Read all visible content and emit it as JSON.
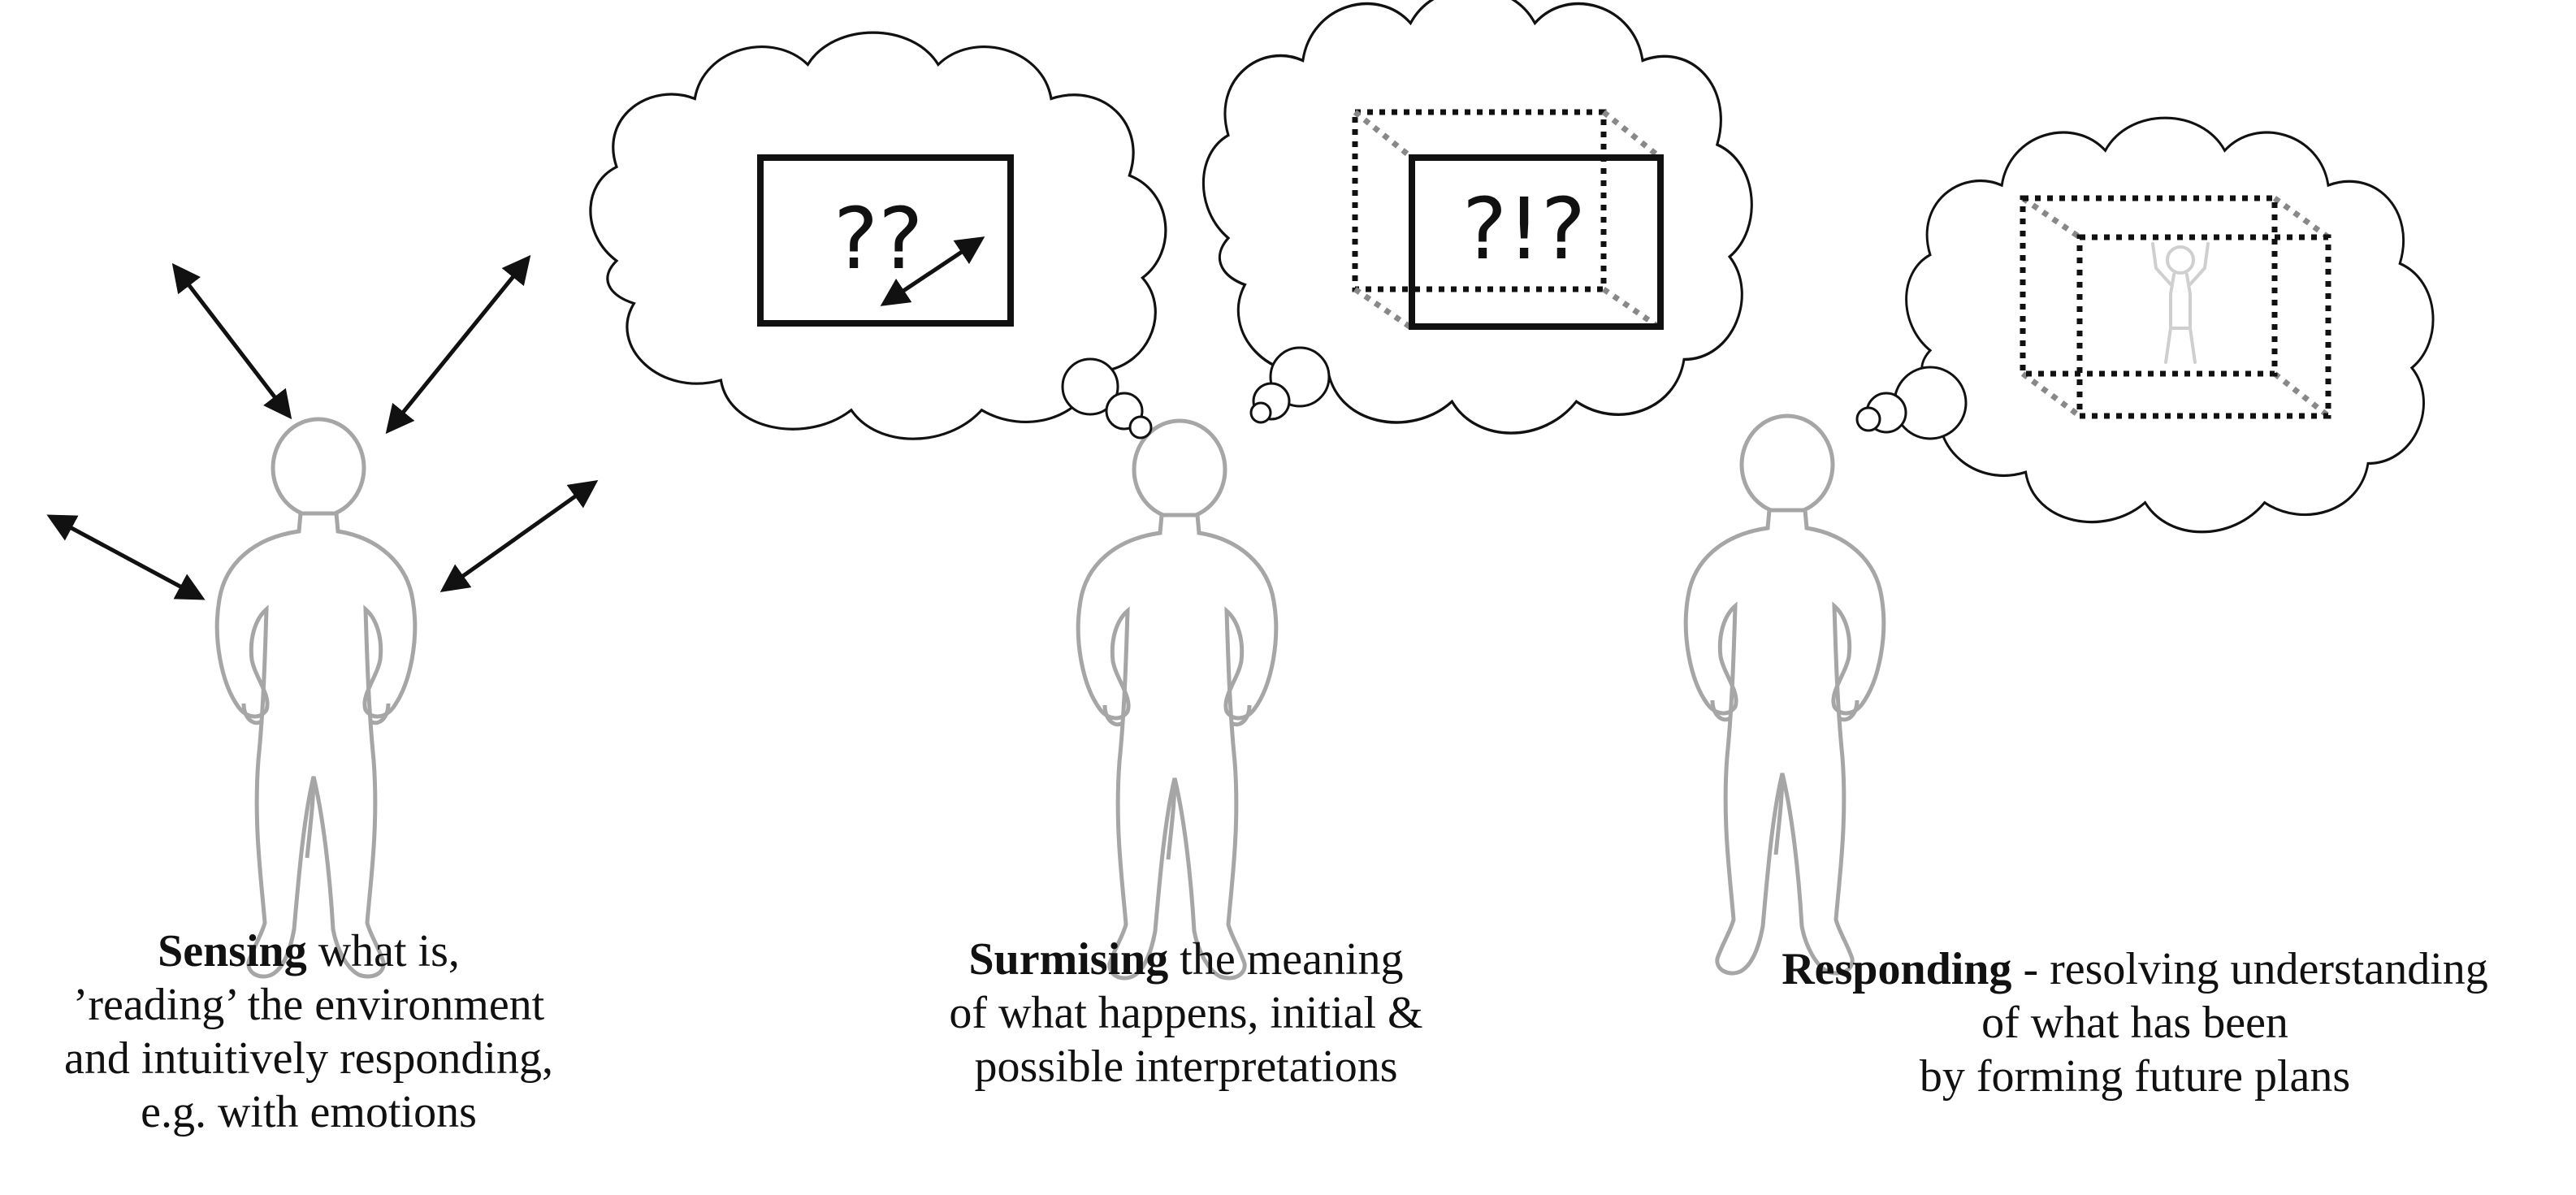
{
  "colors": {
    "figure_stroke": "#a6a6a6",
    "ink": "#111111",
    "small_figure": "#cfcfcf",
    "box_back_edge": "#888888"
  },
  "panels": [
    {
      "id": "sensing",
      "caption": {
        "keyword": "Sensing",
        "line1_rest": " what is,",
        "line2": "’reading’ the environment",
        "line3": "and intuitively responding,",
        "line4": "e.g. with emotions"
      }
    },
    {
      "id": "surmising",
      "thought_marks": [
        "??",
        "?!?"
      ],
      "caption": {
        "keyword": "Surmising",
        "line1_rest": " the meaning",
        "line2": "of what happens, initial &",
        "line3": "possible interpretations"
      }
    },
    {
      "id": "responding",
      "caption": {
        "keyword": "Responding",
        "line1_rest": " - resolving understanding",
        "line2": "of what has been",
        "line3": "by forming future plans"
      }
    }
  ],
  "icons": {
    "person": "standing-person-hands-on-hips-icon",
    "thought": "thought-cloud-icon",
    "arrow": "double-headed-arrow-icon",
    "box": "dotted-cube-icon"
  }
}
